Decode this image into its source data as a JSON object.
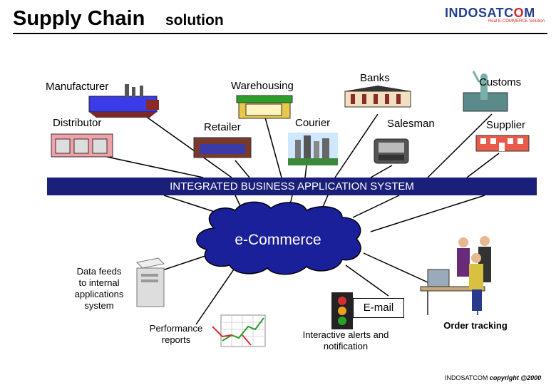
{
  "header": {
    "title": "Supply Chain",
    "subtitle": "solution",
    "logo_text_a": "INDOSATC",
    "logo_text_b": "O",
    "logo_text_c": "M",
    "logo_tagline": "Real E-COMMERCE Solution"
  },
  "entities": {
    "manufacturer": "Manufacturer",
    "warehousing": "Warehousing",
    "banks": "Banks",
    "customs": "Customs",
    "distributor": "Distributor",
    "retailer": "Retailer",
    "courier": "Courier",
    "salesman": "Salesman",
    "supplier": "Supplier"
  },
  "system_bar": "INTEGRATED BUSINESS APPLICATION SYSTEM",
  "hub": "e-Commerce",
  "outputs": {
    "data_feeds": [
      "Data feeds",
      "to internal",
      "applications",
      "system"
    ],
    "performance": [
      "Performance",
      "reports"
    ],
    "email": "E-mail",
    "alerts": [
      "Interactive alerts and",
      "notification"
    ],
    "order_tracking": "Order tracking"
  },
  "footer": {
    "brand": "INDOSATCOM",
    "copyright": "copyright @2000"
  },
  "colors": {
    "bar": "#1a1f7a",
    "cloud": "#1a1f9a",
    "logo_blue": "#1f3f8f",
    "logo_red": "#d9262b"
  }
}
